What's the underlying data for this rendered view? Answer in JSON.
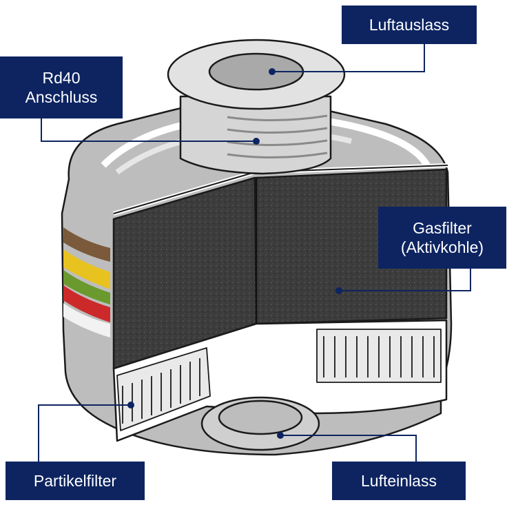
{
  "labels": {
    "luftauslass": {
      "lines": [
        "Luftauslass"
      ]
    },
    "rd40": {
      "lines": [
        "Rd40",
        "Anschluss"
      ]
    },
    "gasfilter": {
      "lines": [
        "Gasfilter",
        "(Aktivkohle)"
      ]
    },
    "partikelfilter": {
      "lines": [
        "Partikelfilter"
      ]
    },
    "lufteinlass": {
      "lines": [
        "Lufteinlass"
      ]
    }
  },
  "colors": {
    "label_background": "#0d2461",
    "label_text": "#ffffff",
    "leader_line": "#0d2461",
    "housing_gray": "#b9b9b9",
    "housing_light": "#e4e4e4",
    "carbon": "#3a3a3a",
    "outline": "#1a1a1a",
    "band_brown": "#7a5a3a",
    "band_yellow": "#e8c21e",
    "band_green": "#6a9a2e",
    "band_red": "#cc2a2a"
  },
  "icons": [
    "filter-cartridge-illustration"
  ]
}
